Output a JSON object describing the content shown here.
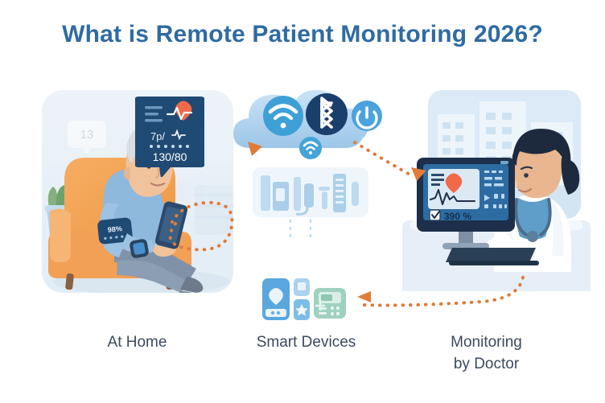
{
  "page": {
    "title": "What is Remote Patient Monitoring 2026?",
    "background_color": "#ffffff",
    "title_color": "#2f6ba3",
    "caption_color": "#3c4a5e",
    "accent_arrow_color": "#e07b39"
  },
  "captions": {
    "home": "At Home",
    "devices": "Smart Devices",
    "doctor_line1": "Monitoring",
    "doctor_line2": "by Doctor"
  },
  "home_scene": {
    "name": "At Home",
    "backdrop_color": "#eaf1f7",
    "armchair_color": "#f2a055",
    "armchair_shadow": "#e08c3e",
    "sweater_color": "#8fb8dd",
    "trousers_color": "#7c8fa6",
    "hair_color": "#d9dde2",
    "wall_clock_label": "13",
    "plant_color": "#7fae7a",
    "vitals_card": {
      "background": "#1f4a73",
      "heart_color": "#f2694a",
      "line1": "7p/",
      "line2": "130/80",
      "icon": "heart-ecg-icon"
    },
    "cuff": {
      "background": "#1f4a73",
      "reading": "98%"
    },
    "smartwatch_color": "#2f6ba3",
    "phone_color": "#2b4a6b"
  },
  "cloud_scene": {
    "cloud_color": "#aaccea",
    "cloud_highlight": "#c9e0f4",
    "icons": [
      {
        "name": "wifi-icon",
        "label": "WiFi",
        "color": "#3fa0d8"
      },
      {
        "name": "bluetooth-icon",
        "label": "Bluetooth",
        "color": "#1b3f6b"
      },
      {
        "name": "power-icon",
        "label": "Power",
        "color": "#4aa3dc"
      }
    ],
    "badge": {
      "name": "wifi-badge-icon",
      "label": "WiFi",
      "color": "#45a3d8"
    }
  },
  "hub_scene": {
    "panel_color": "#eef6fc",
    "device_color": "#bcd9ef",
    "label": "medical device hub"
  },
  "devices_scene": {
    "items": [
      {
        "name": "tablet-heart-icon",
        "label": "Tablet with heart",
        "color": "#5aa7de"
      },
      {
        "name": "star-device-icon",
        "label": "Star device",
        "color": "#8cc5e8"
      },
      {
        "name": "glucose-meter-icon",
        "label": "Glucose meter",
        "color": "#9fd1c0"
      }
    ]
  },
  "doctor_scene": {
    "name": "Monitoring by Doctor",
    "backdrop_color": "#dceaf6",
    "coat_color": "#ffffff",
    "scrubs_color": "#5e9ec9",
    "hair_color": "#1d2a3d",
    "skin_color": "#e9b68f",
    "desk_color": "#dce8f2",
    "monitor": {
      "bezel_color": "#1d2f4a",
      "screen_color": "#2d6ca3",
      "heart_color": "#f2694a",
      "reading": "390 %",
      "checkbox": "checked"
    },
    "stethoscope_color": "#4c6d8c"
  },
  "arrows": {
    "color": "#e07b39",
    "paths": [
      {
        "name": "arrow-home-to-cloud",
        "from": "At Home",
        "to": "Cloud"
      },
      {
        "name": "arrow-cloud-to-doctor",
        "from": "Cloud",
        "to": "Monitoring by Doctor"
      },
      {
        "name": "arrow-doctor-to-devices",
        "from": "Monitoring by Doctor",
        "to": "Smart Devices"
      }
    ],
    "dotted_link_color": "#bfdcf0"
  }
}
